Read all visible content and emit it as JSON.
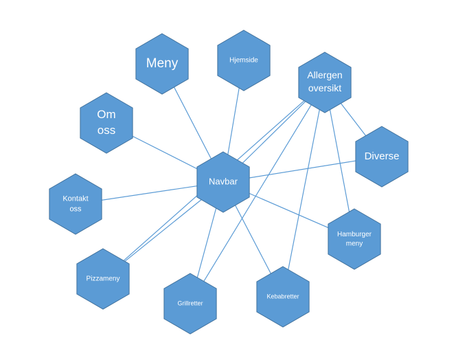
{
  "colors": {
    "node_fill": "#5b9bd5",
    "node_stroke": "#41719c",
    "edge": "#5b9bd5",
    "text": "#ffffff"
  },
  "nodes": [
    {
      "id": "navbar",
      "label": [
        "Navbar"
      ]
    },
    {
      "id": "meny",
      "label": [
        "Meny"
      ]
    },
    {
      "id": "hjemside",
      "label": [
        "Hjemside"
      ]
    },
    {
      "id": "allergen",
      "label": [
        "Allergen",
        "oversikt"
      ]
    },
    {
      "id": "om-oss",
      "label": [
        "Om",
        "oss"
      ]
    },
    {
      "id": "diverse",
      "label": [
        "Diverse"
      ]
    },
    {
      "id": "kontakt-oss",
      "label": [
        "Kontakt",
        "oss"
      ]
    },
    {
      "id": "hamburger",
      "label": [
        "Hamburger",
        "meny"
      ]
    },
    {
      "id": "pizzameny",
      "label": [
        "Pizzameny"
      ]
    },
    {
      "id": "grillretter",
      "label": [
        "Grillretter"
      ]
    },
    {
      "id": "kebabretter",
      "label": [
        "Kebabretter"
      ]
    }
  ],
  "edges": [
    [
      "navbar",
      "meny"
    ],
    [
      "navbar",
      "hjemside"
    ],
    [
      "navbar",
      "allergen"
    ],
    [
      "navbar",
      "om-oss"
    ],
    [
      "navbar",
      "diverse"
    ],
    [
      "navbar",
      "kontakt-oss"
    ],
    [
      "navbar",
      "hamburger"
    ],
    [
      "navbar",
      "pizzameny"
    ],
    [
      "navbar",
      "grillretter"
    ],
    [
      "navbar",
      "kebabretter"
    ],
    [
      "allergen",
      "diverse"
    ],
    [
      "allergen",
      "hamburger"
    ],
    [
      "allergen",
      "kebabretter"
    ],
    [
      "allergen",
      "grillretter"
    ],
    [
      "allergen",
      "pizzameny"
    ]
  ]
}
